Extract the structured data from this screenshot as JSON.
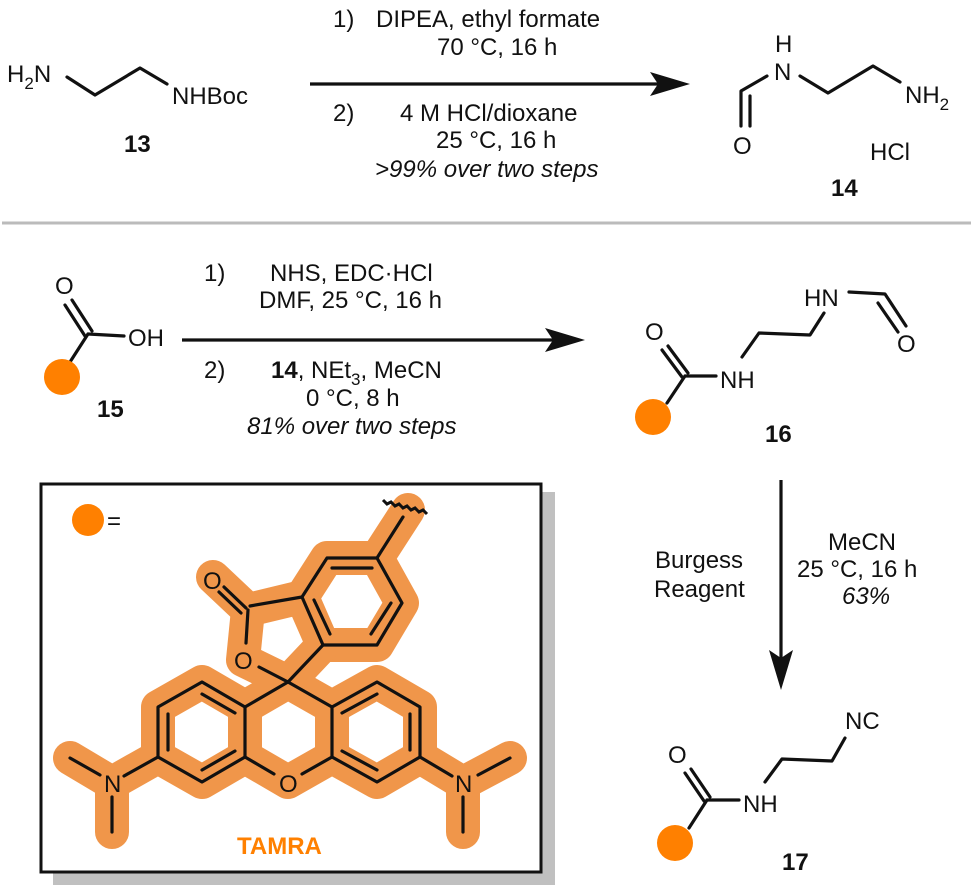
{
  "colors": {
    "accent": "#ff8000",
    "halo": "#f0964a",
    "divider": "#bbbbbb",
    "shadow": "#c0c0c0",
    "ink": "#111111"
  },
  "reaction1": {
    "reactant": {
      "label_h2n": "H",
      "sub2": "2",
      "label_n": "N",
      "label_nhboc": "NHBoc",
      "number": "13"
    },
    "conditions_above": {
      "step": "1)",
      "line1": "DIPEA, ethyl formate",
      "line2": "70 °C, 16 h"
    },
    "conditions_below": {
      "step": "2)",
      "line1": "4 M HCl/dioxane",
      "line2": "25 °C, 16 h",
      "yield": ">99% over two steps"
    },
    "product": {
      "label_h": "H",
      "label_n": "N",
      "label_o": "O",
      "label_nh": "NH",
      "sub2": "2",
      "salt": "HCl",
      "number": "14"
    }
  },
  "reaction2": {
    "reactant": {
      "label_o": "O",
      "label_oh": "OH",
      "number": "15"
    },
    "conditions_above": {
      "step": "1)",
      "line1": "NHS, EDC·HCl",
      "line2": "DMF, 25 °C, 16 h"
    },
    "conditions_below": {
      "step": "2)",
      "reagent_bold": "14",
      "line1_rest_a": ", NEt",
      "sub3": "3",
      "line1_rest_b": ", MeCN",
      "line2": "0 °C, 8 h",
      "yield": "81% over two steps"
    },
    "product": {
      "label_o": "O",
      "label_nh": "NH",
      "label_hn": "HN",
      "label_o2": "O",
      "number": "16"
    }
  },
  "reaction3": {
    "reagent_line1": "Burgess",
    "reagent_line2": "Reagent",
    "conditions": {
      "line1": "MeCN",
      "line2": "25 °C, 16 h",
      "yield": "63%"
    },
    "product": {
      "label_o": "O",
      "label_nh": "NH",
      "label_nc": "NC",
      "number": "17"
    }
  },
  "legend_box": {
    "equals": "=",
    "name": "TAMRA",
    "atoms": {
      "o_carbonyl": "O",
      "o_lactone": "O",
      "o_xanthene": "O",
      "n_left": "N",
      "n_right": "N"
    }
  }
}
